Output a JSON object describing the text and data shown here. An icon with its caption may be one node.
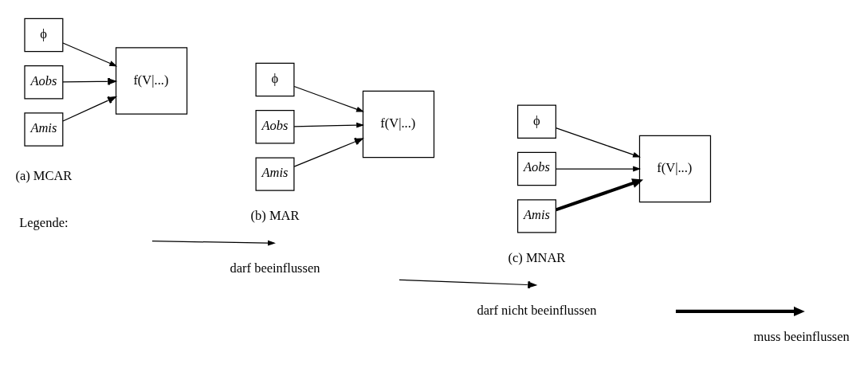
{
  "diagram": {
    "nodes": [
      {
        "text": [
          "ϕ"
        ]
      },
      {
        "text": [
          "Aobs"
        ]
      },
      {
        "text": [
          "Amis"
        ]
      },
      {
        "text": [
          "f(V|...)"
        ]
      },
      {
        "text": [
          "ϕ"
        ]
      },
      {
        "text": [
          "Aobs"
        ]
      },
      {
        "text": [
          "Amis"
        ]
      },
      {
        "text": [
          "f(V|...)"
        ]
      },
      {
        "text": [
          "ϕ"
        ]
      },
      {
        "text": [
          "Aobs"
        ]
      },
      {
        "text": [
          "Amis"
        ]
      },
      {
        "text": [
          "f(V|...)"
        ]
      }
    ],
    "edges": [
      {
        "from": 0,
        "to": 3,
        "arrow": "to"
      },
      {
        "from": 1,
        "to": 3,
        "arrow": "to"
      },
      {
        "from": 2,
        "to": 3,
        "arrow": "to"
      },
      {
        "from": 4,
        "to": 7,
        "arrow": "to"
      },
      {
        "from": 5,
        "to": 7,
        "arrow": "to"
      },
      {
        "from": 6,
        "to": 7,
        "arrow": "to"
      },
      {
        "from": 8,
        "to": 11,
        "arrow": "to"
      },
      {
        "from": 9,
        "to": 11,
        "arrow": "to"
      },
      {
        "from": 10,
        "to": 11,
        "arrow": "to",
        "style": "thick"
      }
    ],
    "labels": [
      "(a) MCAR",
      "(b) MAR",
      "(c) MNAR",
      "Legende:"
    ],
    "legend": [
      {
        "text": "darf beeinflussen"
      },
      {
        "text": "darf nicht beeinflussen"
      },
      {
        "text": "muss beeinflussen"
      }
    ]
  }
}
